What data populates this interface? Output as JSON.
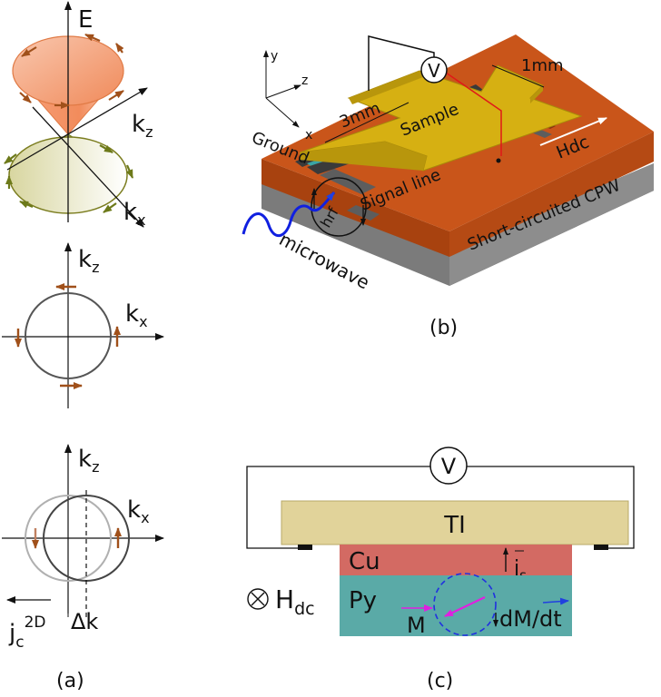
{
  "panel_a": {
    "cone_axis_label": "E",
    "kz": "k",
    "kz_sub": "z",
    "kx": "k",
    "kx_sub": "x",
    "jc_main": "j",
    "jc_sub": "c",
    "jc_sup": "2D",
    "delta_k": "Δk",
    "caption": "(a)"
  },
  "panel_b": {
    "axis_y": "y",
    "axis_z": "z",
    "axis_x": "x",
    "voltmeter": "V",
    "dim_1mm": "1mm",
    "dim_3mm": "3mm",
    "sample": "Sample",
    "ground": "Ground",
    "signal_line": "Signal line",
    "hrf": "hrf",
    "hdc": "Hdc",
    "cpw": "Short-circuited CPW",
    "microwave": "microwave",
    "caption": "(b)"
  },
  "panel_c": {
    "voltmeter": "V",
    "ti": "TI",
    "cu": "Cu",
    "py": "Py",
    "js_main": "j",
    "js_sub": "s",
    "hdc_main": "H",
    "hdc_sub": "dc",
    "m": "M",
    "dmdt": "dM/dt",
    "caption": "(c)"
  },
  "colors": {
    "brown": "#a0501a",
    "copper": "#c9551a",
    "cone_top": "#f28c5c",
    "cone_bottom": "#a6a24a",
    "gold": "#d6b012",
    "ti": "#e1d39a",
    "cu": "#d36a63",
    "py": "#5aaaa7",
    "magenta": "#e020e0",
    "blue": "#2040e0"
  }
}
